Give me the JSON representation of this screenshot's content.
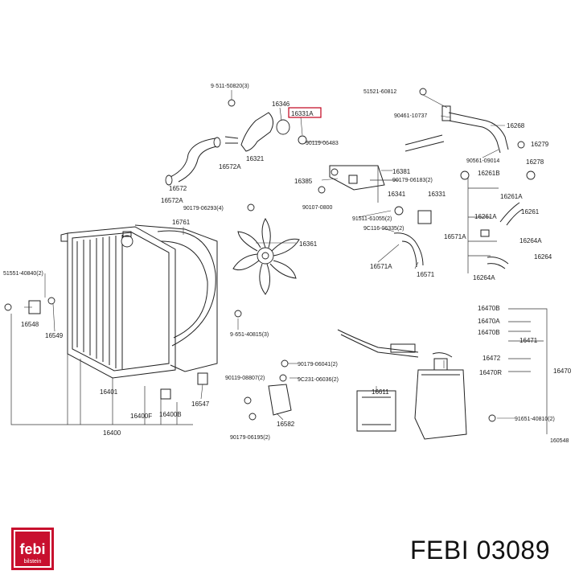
{
  "product_code": "FEBI 03089",
  "logo": {
    "text_main": "febi",
    "text_sub": "bilstein",
    "color": "#c8102e"
  },
  "highlight_color": "#c0001c",
  "labels": [
    "9·511-50820(3)",
    "16346",
    "16331A",
    "51521-60812",
    "90461-10737",
    "16268",
    "16279",
    "90119-06483",
    "16278",
    "16321",
    "16572A",
    "16572",
    "16385",
    "16381",
    "90179-06183(2)",
    "90561-09014",
    "16261B",
    "16261A",
    "16341",
    "16331",
    "90107-0800",
    "16261",
    "90179-06293(4)",
    "16572A",
    "91511-61055(2)",
    "9C116-06335(2)",
    "16571A",
    "16261A",
    "16264A",
    "16264",
    "16264A",
    "16571",
    "16571A",
    "16361",
    "16761",
    "51551-40840(2)",
    "16548",
    "16549",
    "9·651-40815(3)",
    "16470B",
    "16470A",
    "16470B",
    "16471",
    "16472",
    "16470R",
    "16470",
    "90179-06041(2)",
    "90119-08807(2)",
    "9C231-06036(2)",
    "16611",
    "16401",
    "16400F",
    "16400B",
    "16547",
    "16582",
    "90179-06195(2)",
    "16400",
    "91651-40810(2)",
    "160548"
  ]
}
